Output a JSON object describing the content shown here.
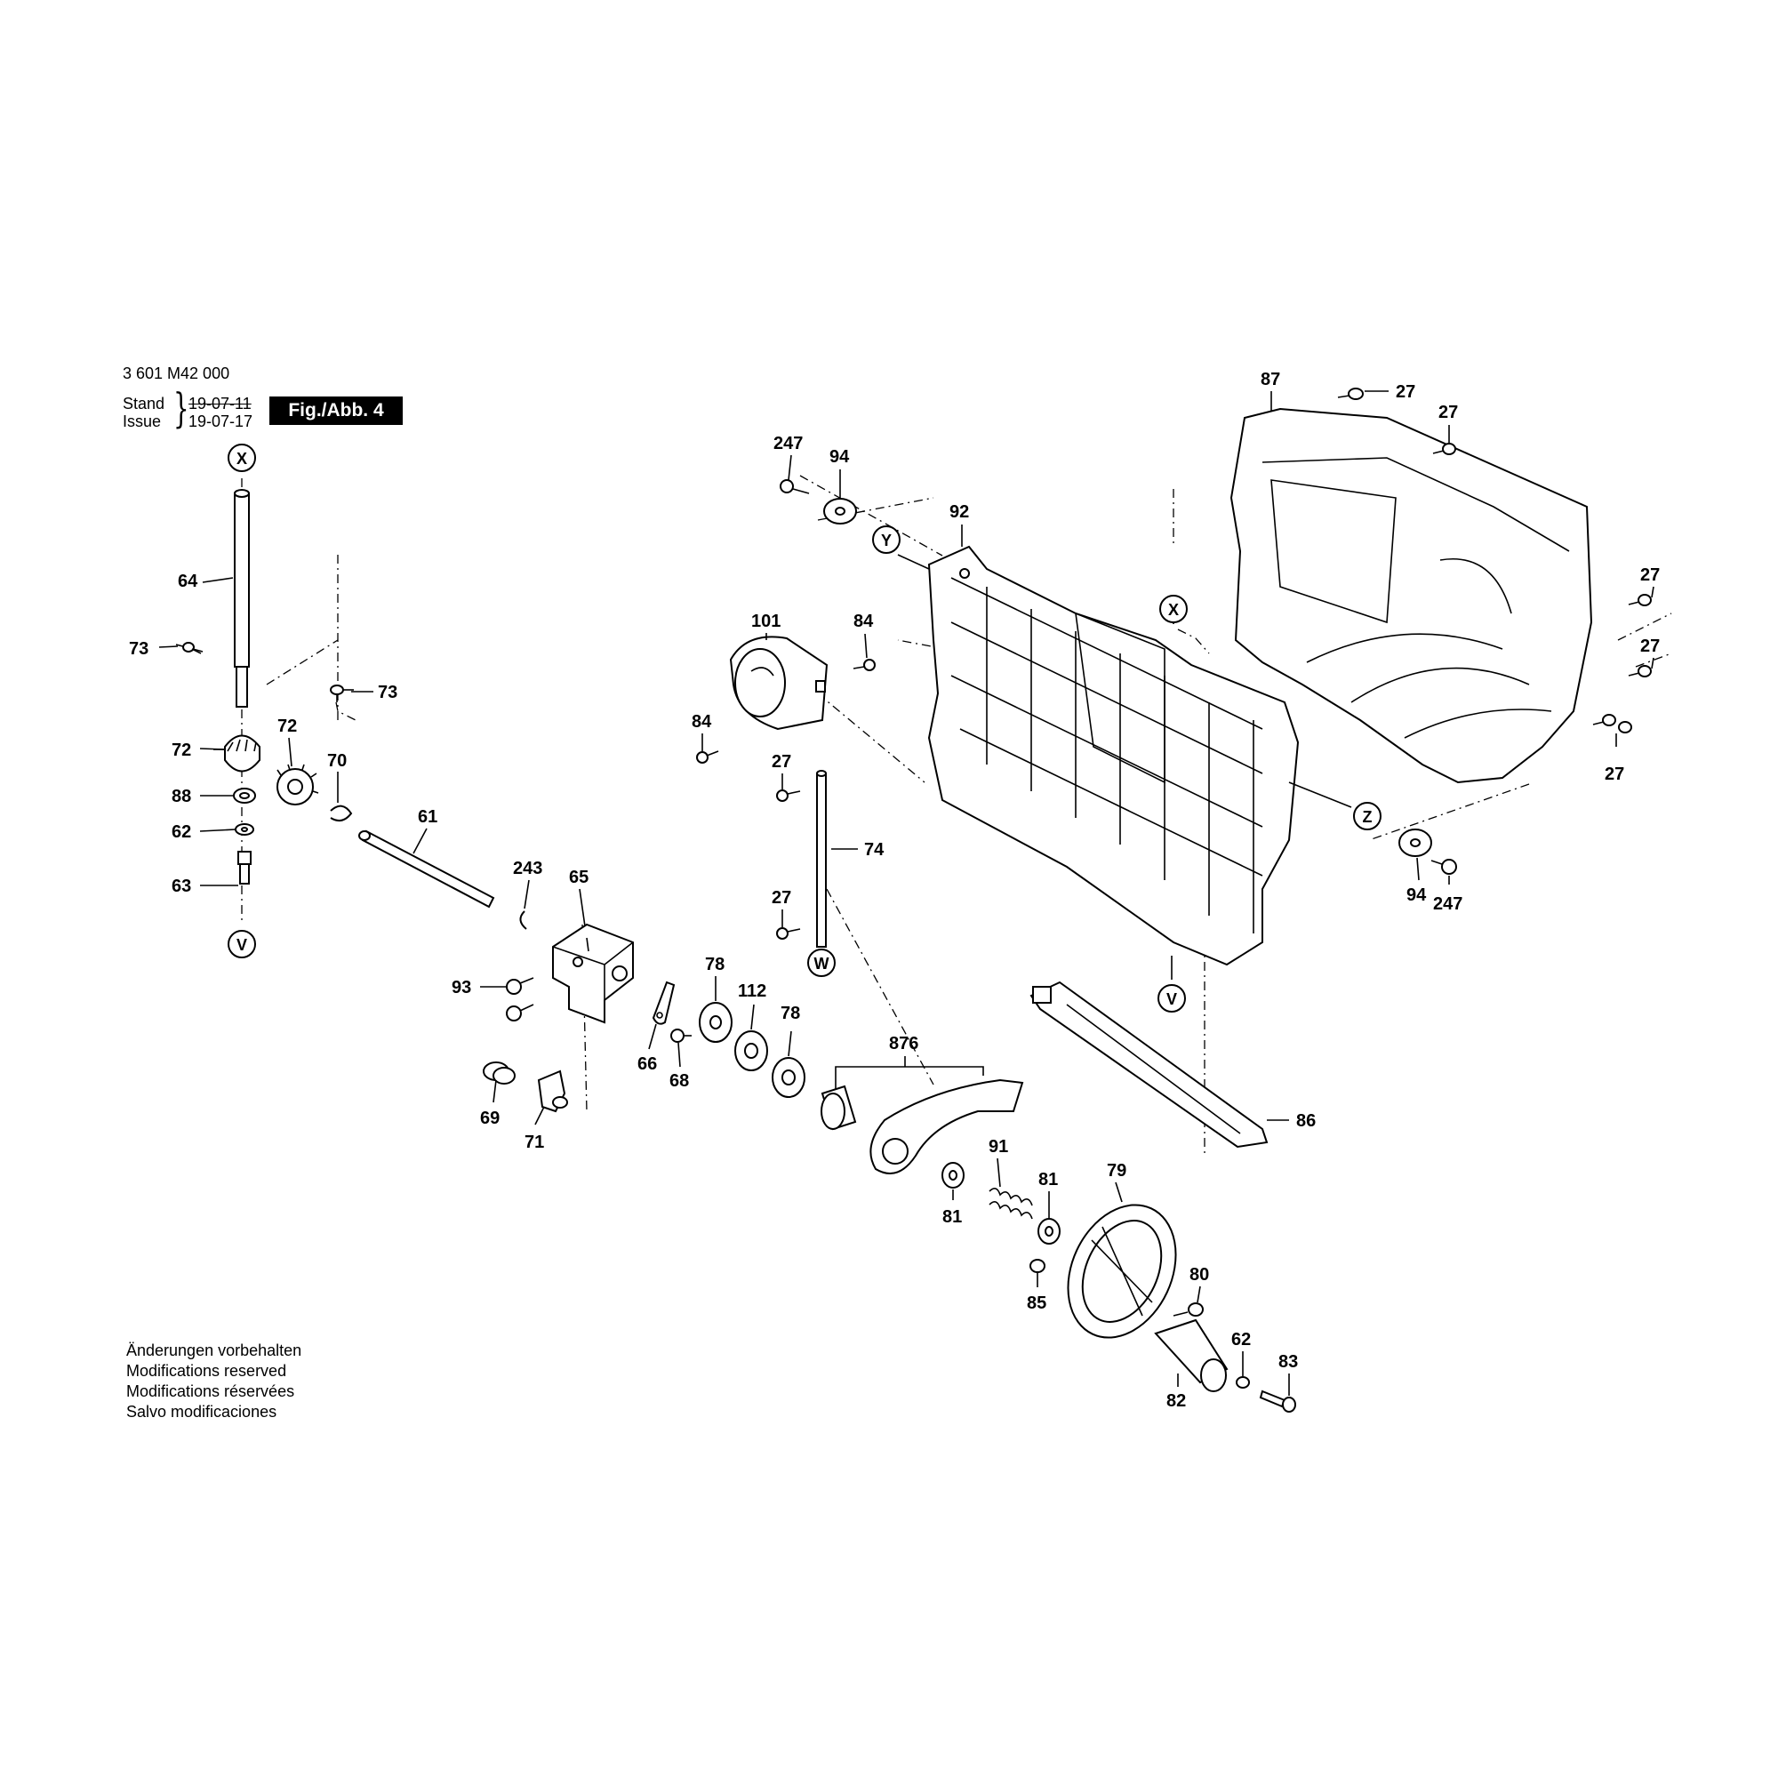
{
  "header": {
    "doc_number": "3 601 M42 000",
    "stand_label": "Stand",
    "issue_label": "Issue",
    "brace": "}",
    "stand_date": "19-07-11",
    "issue_date": "19-07-17",
    "figure_label": "Fig./Abb. 4"
  },
  "notes": [
    "Änderungen vorbehalten",
    "Modifications reserved",
    "Modifications réservées",
    "Salvo modificaciones"
  ],
  "connectors": {
    "x_top": "X",
    "v_left": "V",
    "y": "Y",
    "x_plate": "X",
    "w": "W",
    "z": "Z",
    "v_plate": "V"
  },
  "parts": {
    "p64": "64",
    "p73a": "73",
    "p73b": "73",
    "p72a": "72",
    "p72b": "72",
    "p70": "70",
    "p88": "88",
    "p62a": "62",
    "p63": "63",
    "p61": "61",
    "p243": "243",
    "p65": "65",
    "p93": "93",
    "p69": "69",
    "p71": "71",
    "p66": "66",
    "p68": "68",
    "p78a": "78",
    "p112": "112",
    "p78b": "78",
    "p876": "876",
    "p91": "91",
    "p81a": "81",
    "p81b": "81",
    "p79": "79",
    "p80": "80",
    "p85": "85",
    "p62b": "62",
    "p83": "83",
    "p82": "82",
    "p86": "86",
    "p247a": "247",
    "p94a": "94",
    "p92": "92",
    "p101": "101",
    "p84a": "84",
    "p84b": "84",
    "p27a": "27",
    "p74": "74",
    "p27b": "27",
    "p87": "87",
    "p27c": "27",
    "p27d": "27",
    "p27e": "27",
    "p27f": "27",
    "p27g": "27",
    "p94b": "94",
    "p247b": "247"
  },
  "colors": {
    "ink": "#000000",
    "background": "#ffffff",
    "figure_box": "#000000"
  }
}
